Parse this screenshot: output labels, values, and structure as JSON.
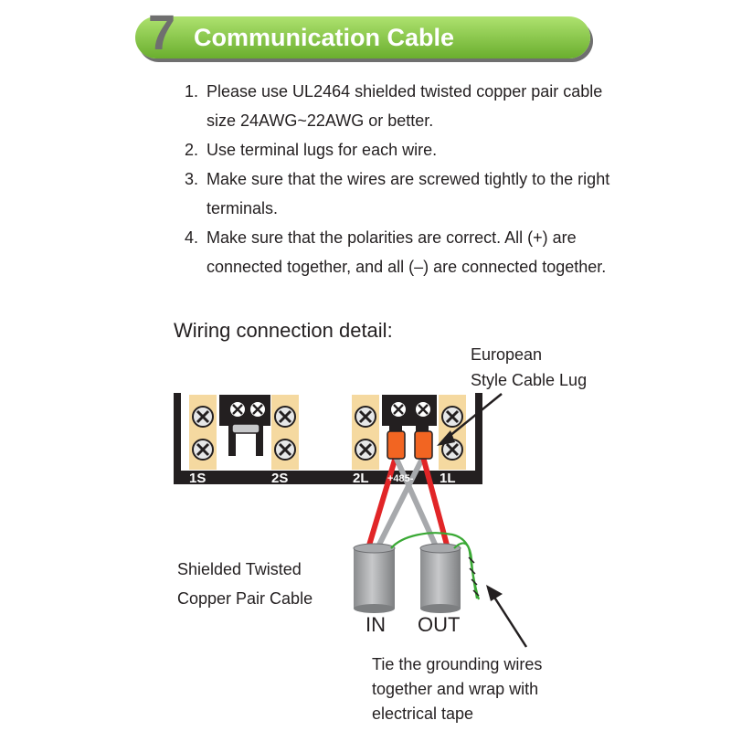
{
  "section": {
    "number": "7",
    "title": "Communication Cable"
  },
  "steps": [
    {
      "num": "1.",
      "text": "Please use UL2464 shielded twisted copper pair cable size 24AWG~22AWG or better."
    },
    {
      "num": "2.",
      "text": "Use terminal lugs for each wire."
    },
    {
      "num": "3.",
      "text": "Make sure that the wires are screwed tightly to the right terminals."
    },
    {
      "num": "4.",
      "text": "Make sure that the polarities are correct. All (+) are connected together, and all (–) are connected together."
    }
  ],
  "wiring": {
    "title": "Wiring connection detail:",
    "lug_label_line1": "European",
    "lug_label_line2": "Style Cable Lug",
    "terminals": {
      "t1s": "1S",
      "t2s": "2S",
      "t2l": "2L",
      "t485": "+485-",
      "t1l": "1L"
    },
    "cable_label_line1": "Shielded Twisted",
    "cable_label_line2": "Copper Pair Cable",
    "in_label": "IN",
    "out_label": "OUT",
    "ground_note_line1": "Tie the grounding wires",
    "ground_note_line2": "together and wrap with",
    "ground_note_line3": "electrical tape"
  },
  "colors": {
    "banner_green": "#6aae2e",
    "wire_red": "#e12527",
    "wire_gray": "#a7a9ac",
    "ground_green": "#3aa935",
    "lug_orange": "#f26522",
    "terminal_strip": "#f5d9a0"
  }
}
